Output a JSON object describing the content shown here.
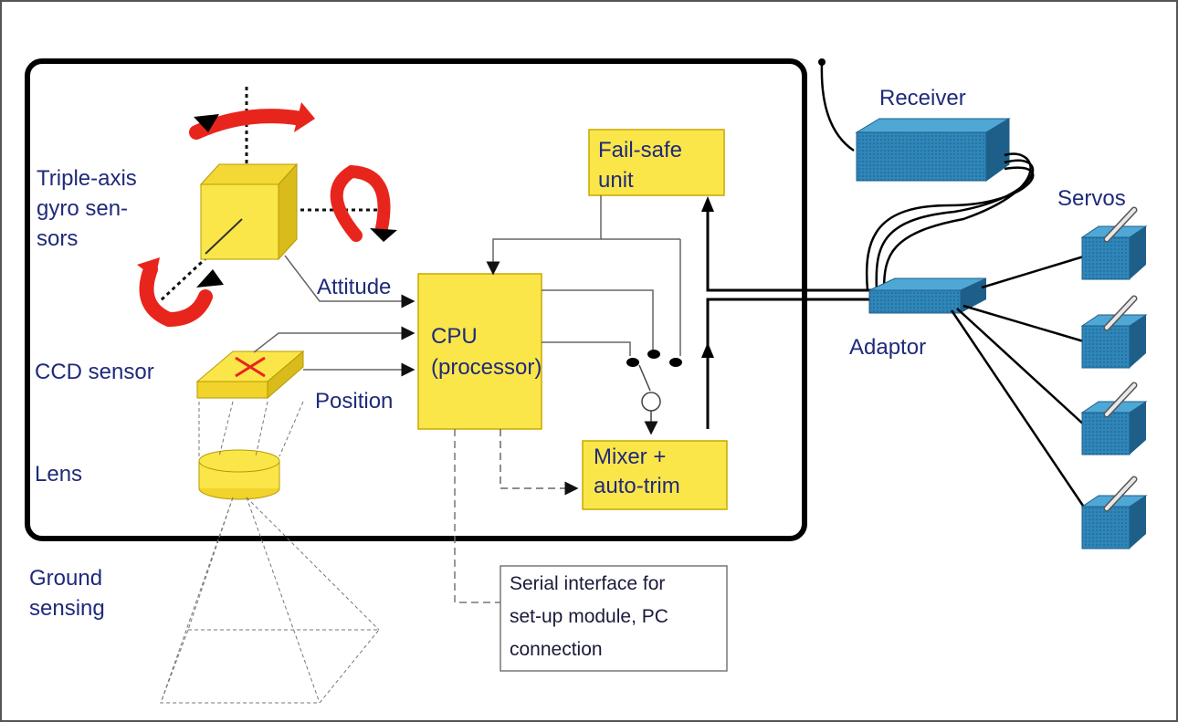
{
  "labels": {
    "gyro_line1": "Triple-axis",
    "gyro_line2": "gyro sen-",
    "gyro_line3": "sors",
    "attitude": "Attitude",
    "ccd_sensor": "CCD sensor",
    "position": "Position",
    "lens": "Lens",
    "ground_line1": "Ground",
    "ground_line2": "sensing",
    "cpu_line1": "CPU",
    "cpu_line2": "(processor)",
    "failsafe_line1": "Fail-safe",
    "failsafe_line2": "unit",
    "mixer_line1": "Mixer +",
    "mixer_line2": "auto-trim",
    "serial_line1": "Serial interface for",
    "serial_line2": "set-up module, PC",
    "serial_line3": "connection",
    "receiver": "Receiver",
    "servos": "Servos",
    "adaptor": "Adaptor"
  },
  "colors": {
    "box_fill": "#fbe64a",
    "box_stroke": "#c8a800",
    "blue_fill": "#2f86b8",
    "blue_dark": "#1e5f8a",
    "arrow_red": "#e8251c",
    "text": "#1f2a7a"
  }
}
